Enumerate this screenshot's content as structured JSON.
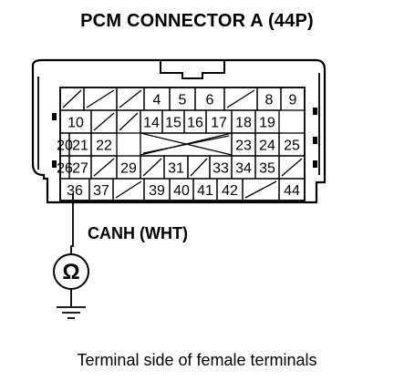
{
  "title": "PCM CONNECTOR A (44P)",
  "probe_label": "CANH (WHT)",
  "caption": "Terminal side of female terminals",
  "meter_symbol": "Ω",
  "probe_terminal": "36",
  "empty_cell_label": "/",
  "terminals": [
    [
      "",
      "",
      "",
      "4",
      "5",
      "6",
      "",
      "8",
      "9"
    ],
    [
      "10",
      "",
      "",
      "14",
      "15",
      "16",
      "17",
      "18",
      "19"
    ],
    [
      "20",
      "21",
      "22",
      "",
      "",
      "",
      "23",
      "24",
      "25"
    ],
    [
      "26",
      "27",
      "",
      "29",
      "",
      "31",
      "",
      "33",
      "34",
      "35"
    ],
    [
      "36",
      "37",
      "",
      "39",
      "40",
      "41",
      "42",
      "",
      "44"
    ]
  ]
}
